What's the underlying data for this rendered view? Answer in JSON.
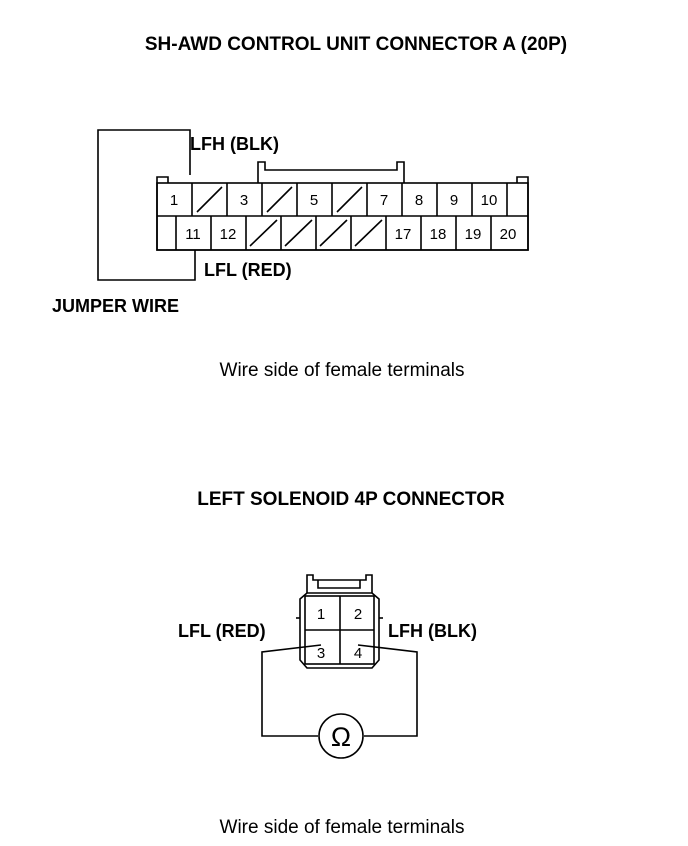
{
  "connector_a": {
    "title": "SH-AWD CONTROL UNIT CONNECTOR A (20P)",
    "wire_lfh": "LFH (BLK)",
    "wire_lfl": "LFL (RED)",
    "jumper": "JUMPER WIRE",
    "caption": "Wire side of female terminals",
    "top_row": [
      "1",
      "",
      "3",
      "",
      "5",
      "",
      "7",
      "8",
      "9",
      "10"
    ],
    "bottom_row": [
      "11",
      "12",
      "",
      "",
      "",
      "",
      "17",
      "18",
      "19",
      "20"
    ]
  },
  "solenoid": {
    "title": "LEFT SOLENOID 4P CONNECTOR",
    "wire_left": "LFL (RED)",
    "wire_right": "LFH (BLK)",
    "pins": [
      "1",
      "2",
      "3",
      "4"
    ],
    "meter_symbol": "Ω",
    "caption": "Wire side of female terminals"
  }
}
